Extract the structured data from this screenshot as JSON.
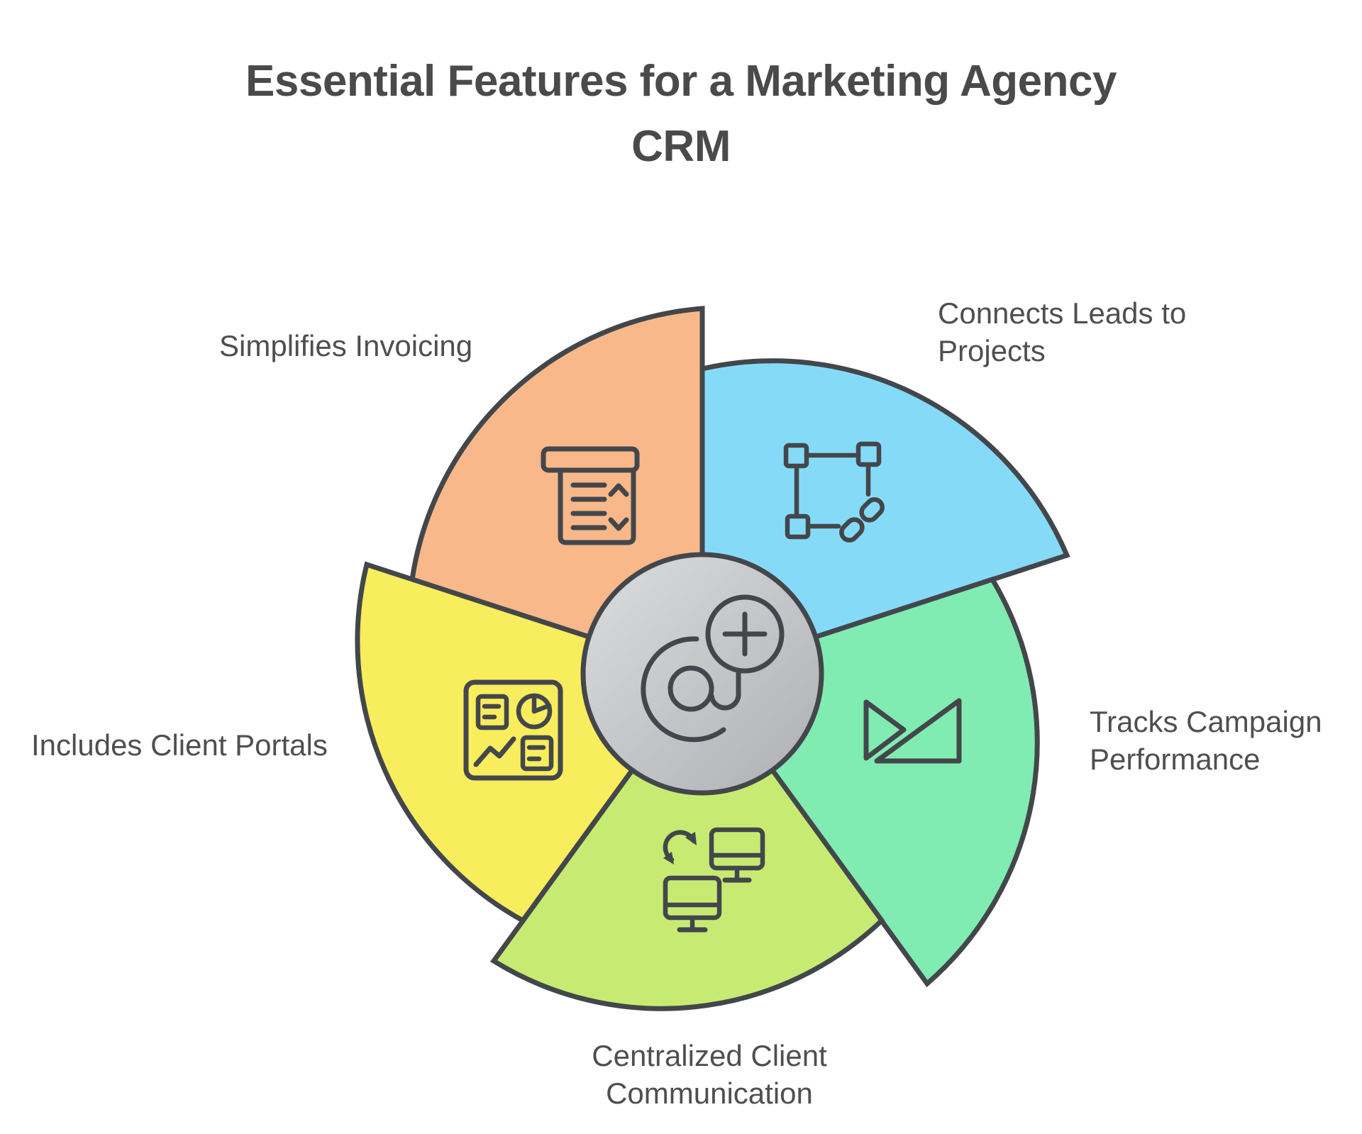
{
  "title": {
    "line1": "Essential Features for a Marketing Agency",
    "line2": "CRM"
  },
  "segments": [
    {
      "id": "invoicing",
      "label": "Simplifies Invoicing",
      "color": "#F8B88A",
      "icon": "invoice-icon"
    },
    {
      "id": "leads",
      "label": "Connects Leads to Projects",
      "color": "#85DBF7",
      "icon": "link-selection-icon"
    },
    {
      "id": "campaign",
      "label": "Tracks Campaign Performance",
      "color": "#80ECB2",
      "icon": "campaign-triangles-icon"
    },
    {
      "id": "communication",
      "label": "Centralized Client Communication",
      "color": "#C7EB72",
      "icon": "computers-sync-icon"
    },
    {
      "id": "portals",
      "label": "Includes Client Portals",
      "color": "#F8ED5D",
      "icon": "dashboard-icon"
    }
  ],
  "center": {
    "icon": "at-mention-plus-icon",
    "fill_top": "#DCDDDF",
    "fill_bottom": "#AEAFB2"
  },
  "colors": {
    "background": "#FFFFFF",
    "outline": "#43474B",
    "icon_stroke": "#43474B",
    "title_text": "#4A4A4A",
    "label_text": "#4F4F4F"
  }
}
